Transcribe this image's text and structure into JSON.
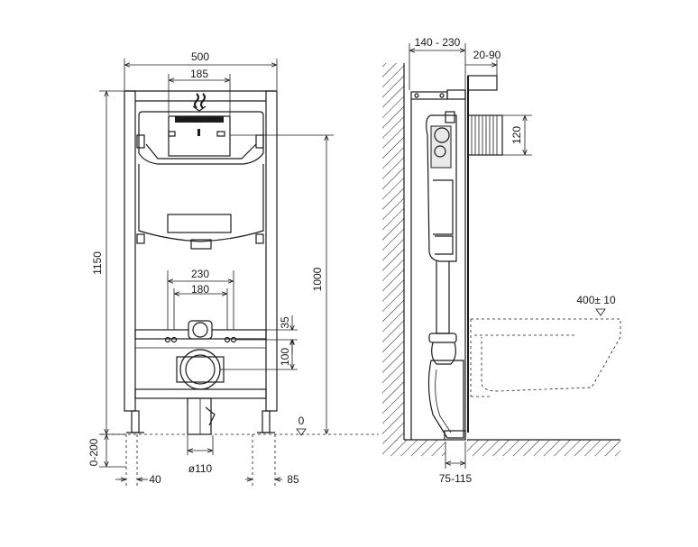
{
  "front_view": {
    "width_total": "500",
    "width_upper_inner": "185",
    "height_total": "1150",
    "height_button": "1000",
    "adjust_range": "0-200",
    "spacing_outer": "230",
    "spacing_inner": "180",
    "offset_top": "35",
    "offset_drain": "100",
    "zero_level": "0",
    "drain_diameter": "ø110",
    "foot_left": "40",
    "foot_right": "85"
  },
  "side_view": {
    "wall_offset": "140 - 230",
    "finish_thickness": "20-90",
    "stud_height": "120",
    "bowl_height": "400± 10",
    "drain_offset": "75-115"
  },
  "colors": {
    "line": "#1a1a1a",
    "background": "#ffffff",
    "hatch": "#1a1a1a"
  }
}
